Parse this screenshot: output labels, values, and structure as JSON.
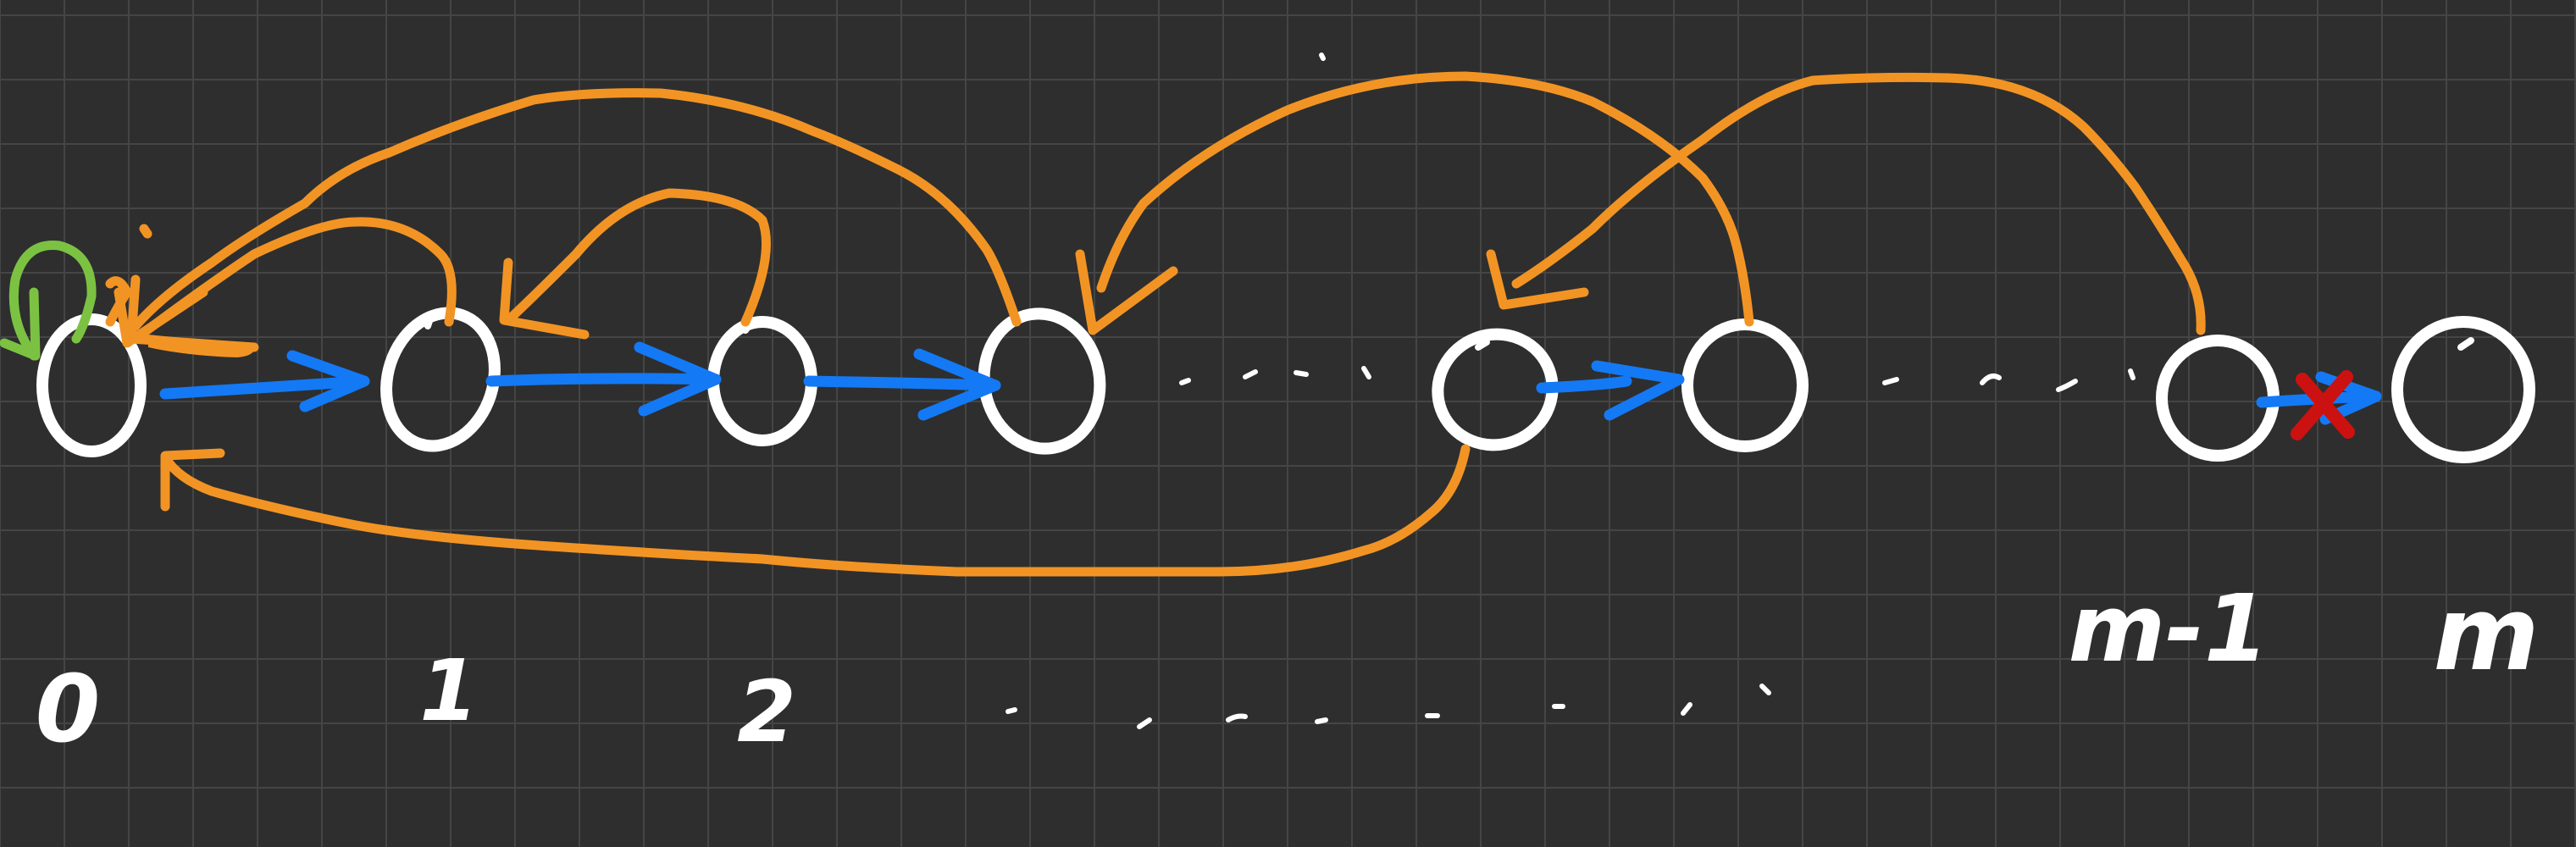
{
  "colors": {
    "background": "#2e2e2e",
    "grid": "#454545",
    "node": "#ffffff",
    "forward_edge": "#1479f5",
    "back_edge": "#f29424",
    "self_loop": "#7cc242",
    "blocked_mark": "#cc1111",
    "label": "#ffffff"
  },
  "labels": {
    "node_0": "0",
    "node_1": "1",
    "node_2": "2",
    "node_m_minus_1": "m-1",
    "node_m": "m"
  }
}
